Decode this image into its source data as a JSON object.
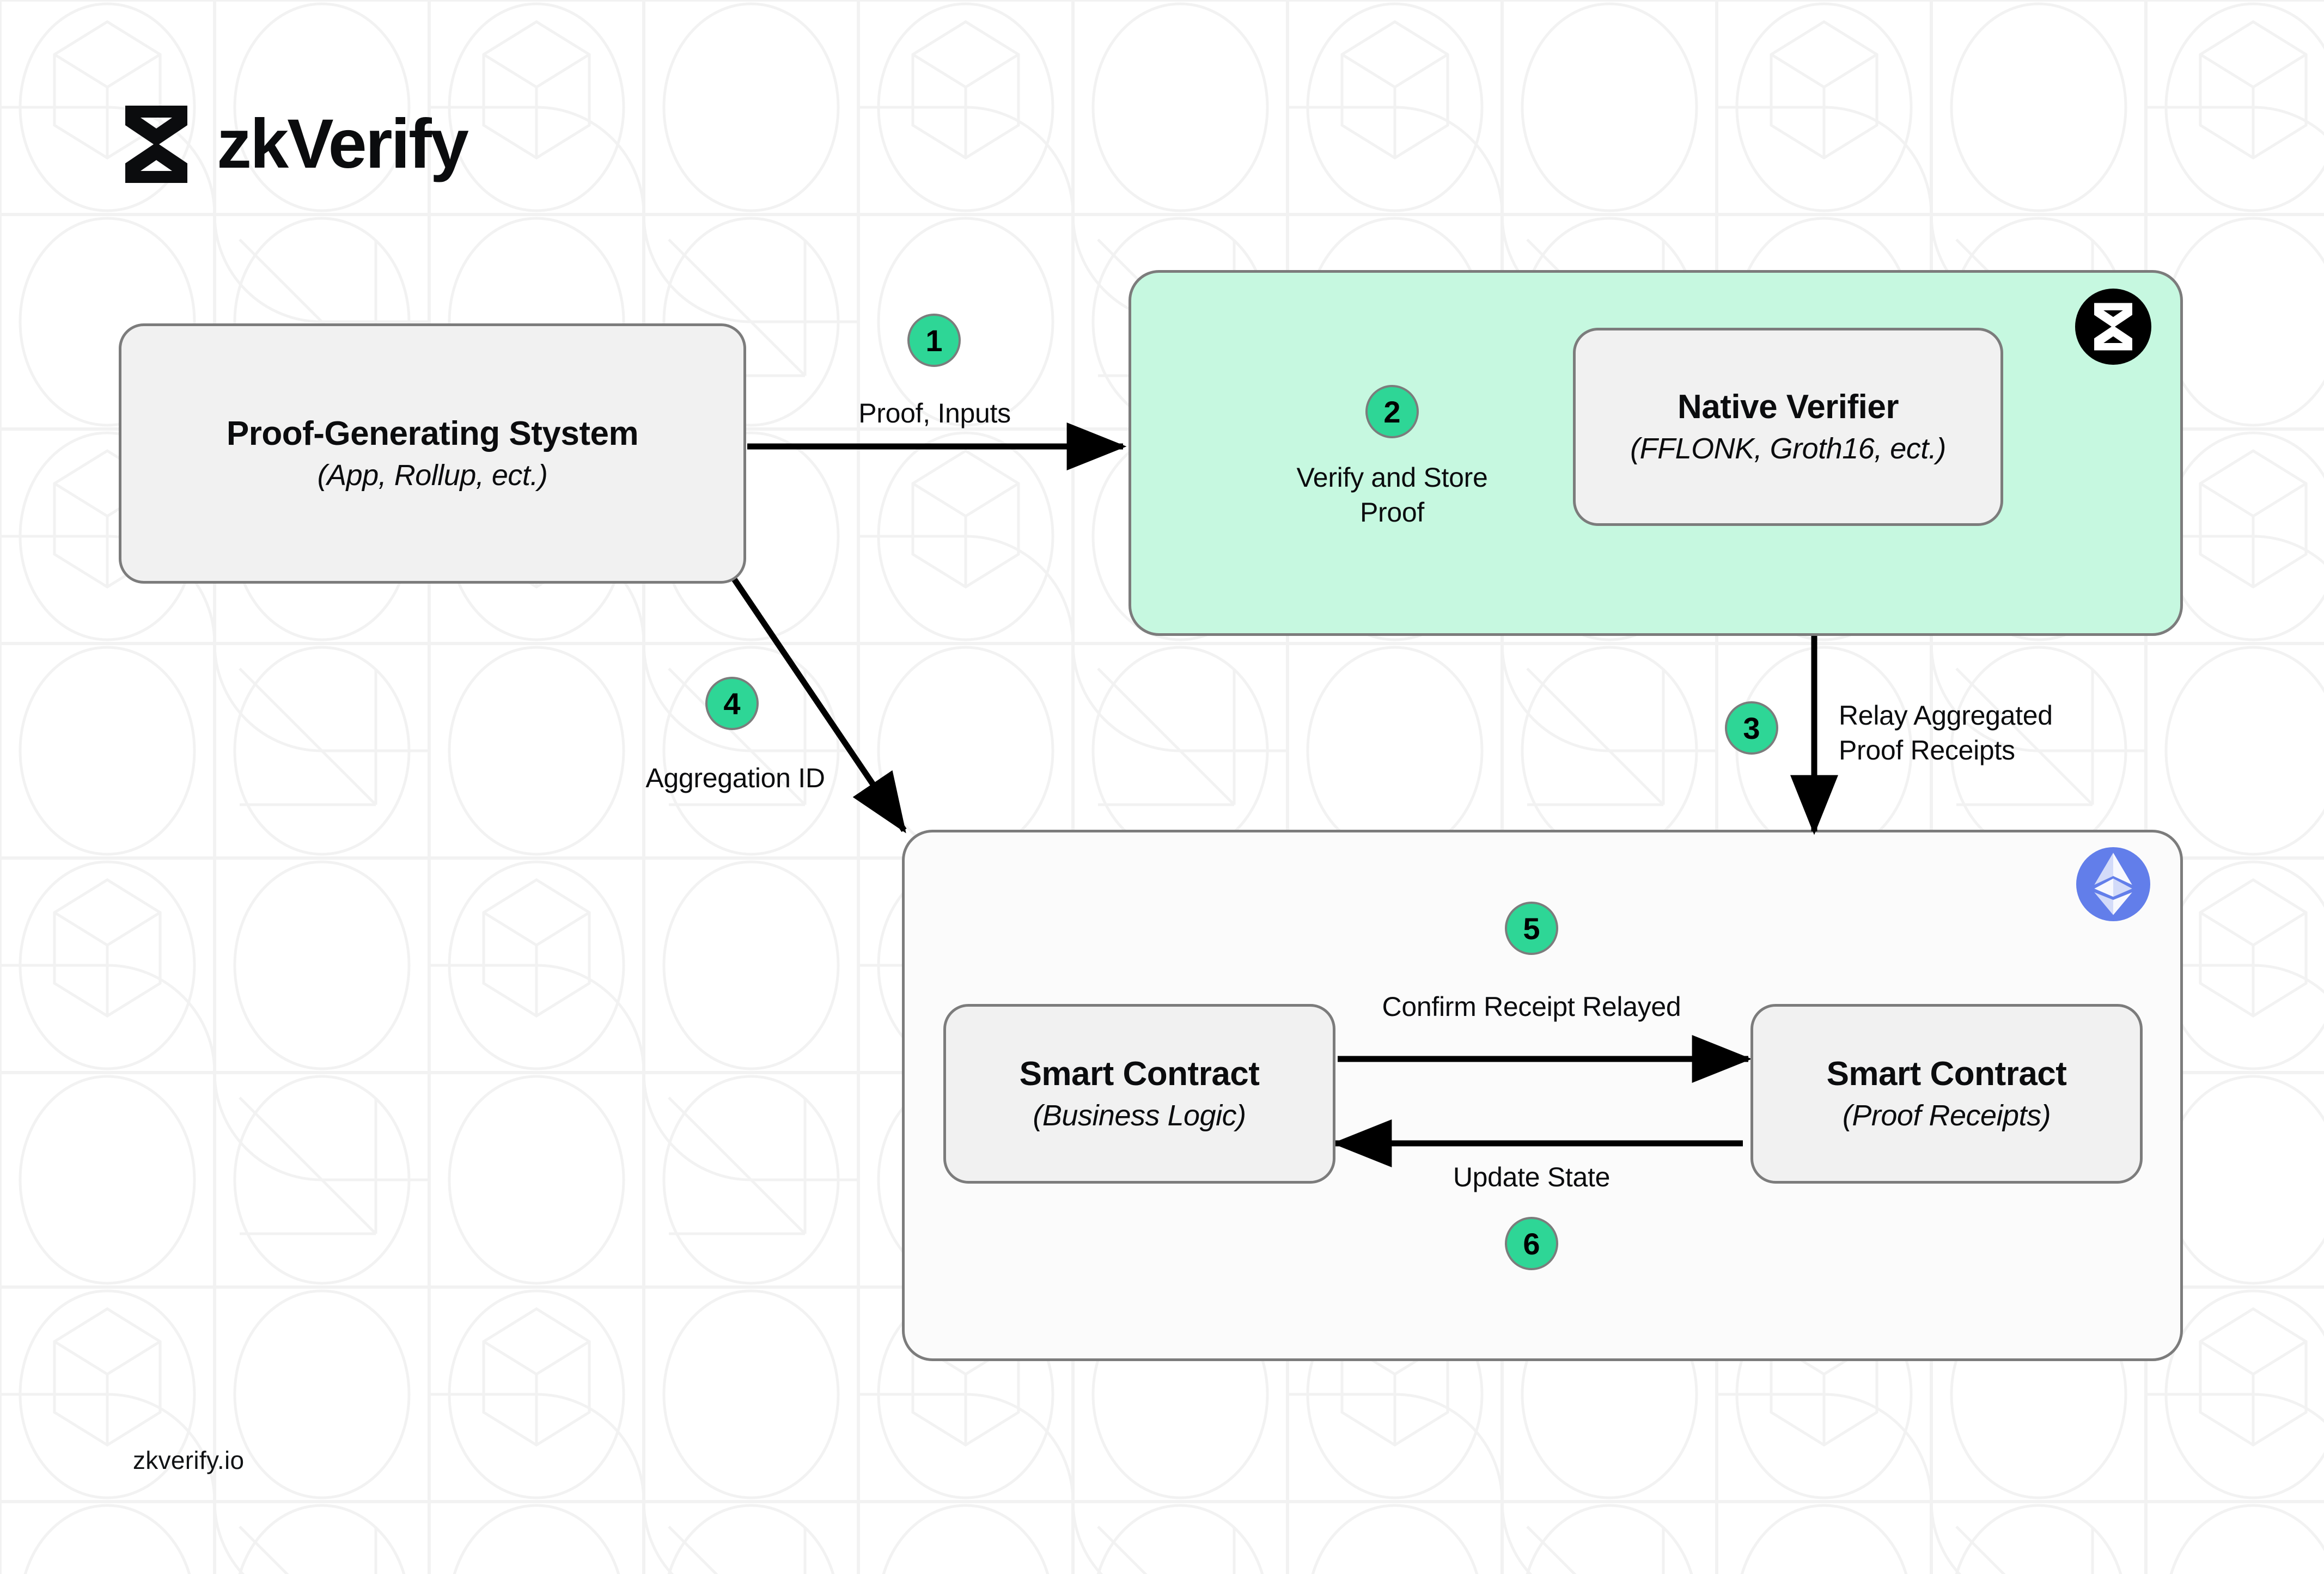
{
  "brand": {
    "name": "zkVerify",
    "logo_icon": "zkverify-hourglass-logo-icon",
    "footer_url": "zkverify.io",
    "accent_green": "#2ed696",
    "region_green": "#c6f8e0",
    "ethereum_blue": "#627eea",
    "box_fill": "#f1f1f1",
    "border_gray": "#7c7c7c"
  },
  "nodes": {
    "proof_generator": {
      "title": "Proof-Generating Stystem",
      "subtitle": "(App, Rollup, ect.)"
    },
    "native_verifier": {
      "title": "Native Verifier",
      "subtitle": "(FFLONK, Groth16, ect.)"
    },
    "smart_contract_business": {
      "title": "Smart Contract",
      "subtitle": "(Business Logic)"
    },
    "smart_contract_receipts": {
      "title": "Smart Contract",
      "subtitle": "(Proof Receipts)"
    }
  },
  "regions": {
    "zkverify": {
      "icon": "zkverify-circle-logo-icon",
      "fill": "#c6f8e0"
    },
    "ethereum": {
      "icon": "ethereum-diamond-icon",
      "fill": "#fbfbfb"
    }
  },
  "steps": [
    {
      "number": "1",
      "label": "Proof, Inputs"
    },
    {
      "number": "2",
      "label": "Verify and Store\nProof"
    },
    {
      "number": "3",
      "label": "Relay Aggregated\nProof Receipts"
    },
    {
      "number": "4",
      "label": "Aggregation ID"
    },
    {
      "number": "5",
      "label": "Confirm Receipt Relayed"
    },
    {
      "number": "6",
      "label": "Update State"
    }
  ]
}
